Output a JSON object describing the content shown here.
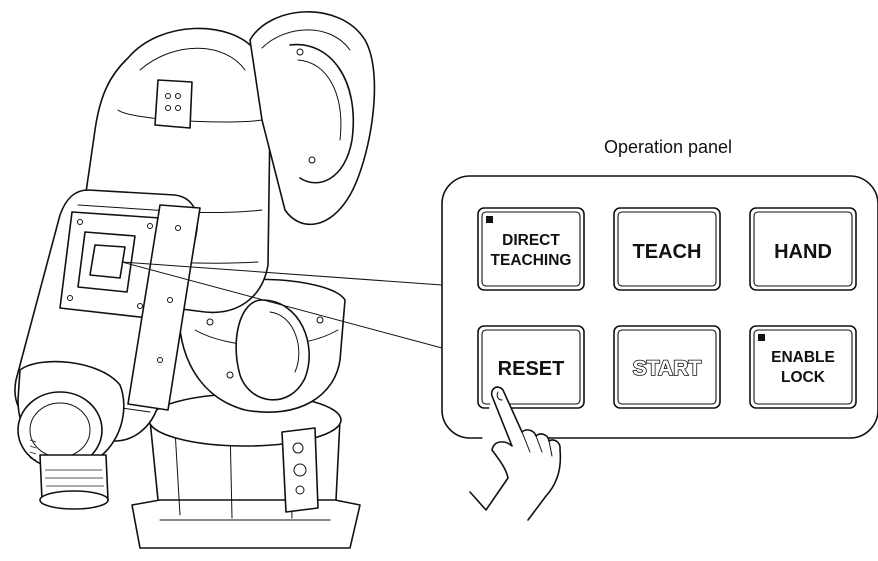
{
  "panel": {
    "title": "Operation panel",
    "buttons": [
      {
        "id": "direct-teaching",
        "lines": [
          "DIRECT",
          "TEACHING"
        ],
        "indicator": true,
        "style": "normal"
      },
      {
        "id": "teach",
        "lines": [
          "TEACH"
        ],
        "indicator": false,
        "style": "normal"
      },
      {
        "id": "hand",
        "lines": [
          "HAND"
        ],
        "indicator": false,
        "style": "normal"
      },
      {
        "id": "reset",
        "lines": [
          "RESET"
        ],
        "indicator": false,
        "style": "normal"
      },
      {
        "id": "start",
        "lines": [
          "START"
        ],
        "indicator": false,
        "style": "outlined"
      },
      {
        "id": "enable-lock",
        "lines": [
          "ENABLE",
          "LOCK"
        ],
        "indicator": true,
        "style": "normal"
      }
    ]
  },
  "figure": {
    "subject": "robot-arm",
    "pointer": "hand-pressing-reset"
  }
}
